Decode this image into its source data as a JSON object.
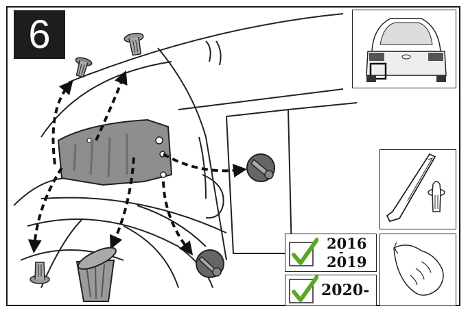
{
  "step": {
    "number": "6"
  },
  "years": {
    "first": {
      "from": "2016",
      "dash": "-",
      "to": "2019"
    },
    "second": {
      "label": "2020-"
    }
  },
  "colors": {
    "check": "#5aa629",
    "badge": "#1d1d1d",
    "part": "#8e8e8e"
  },
  "icons": [
    "car-rear-icon",
    "trim-tool-icon",
    "push-clip-icon",
    "hand-icon",
    "trash-can-icon",
    "check-icon",
    "arrow-icon",
    "wing-nut-icon"
  ]
}
